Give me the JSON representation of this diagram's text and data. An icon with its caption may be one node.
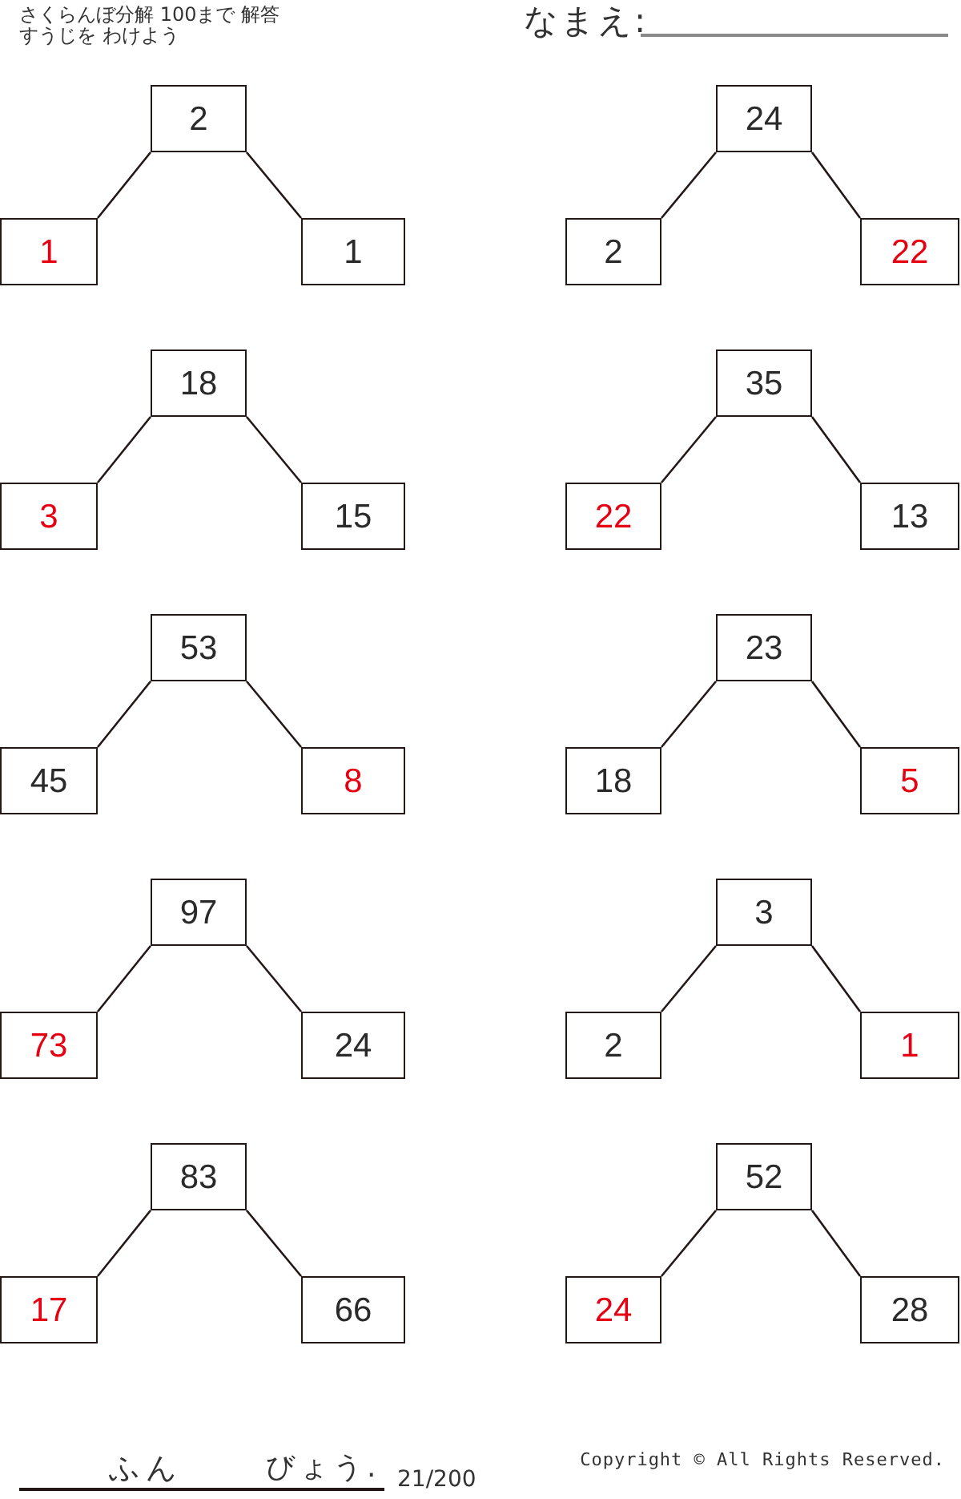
{
  "diagram": {
    "title": "さくらんぼ分解 100まで 解答",
    "nodes": [
      {
        "text": [
          "2"
        ]
      },
      {
        "text": [
          "1"
        ]
      },
      {
        "text": [
          "1"
        ]
      },
      {
        "text": [
          "24"
        ]
      },
      {
        "text": [
          "2"
        ]
      },
      {
        "text": [
          "22"
        ]
      },
      {
        "text": [
          "18"
        ]
      },
      {
        "text": [
          "3"
        ]
      },
      {
        "text": [
          "15"
        ]
      },
      {
        "text": [
          "35"
        ]
      },
      {
        "text": [
          "22"
        ]
      },
      {
        "text": [
          "13"
        ]
      },
      {
        "text": [
          "53"
        ]
      },
      {
        "text": [
          "45"
        ]
      },
      {
        "text": [
          "8"
        ]
      },
      {
        "text": [
          "23"
        ]
      },
      {
        "text": [
          "18"
        ]
      },
      {
        "text": [
          "5"
        ]
      },
      {
        "text": [
          "97"
        ]
      },
      {
        "text": [
          "73"
        ]
      },
      {
        "text": [
          "24"
        ]
      },
      {
        "text": [
          "3"
        ]
      },
      {
        "text": [
          "2"
        ]
      },
      {
        "text": [
          "1"
        ]
      },
      {
        "text": [
          "83"
        ]
      },
      {
        "text": [
          "17"
        ]
      },
      {
        "text": [
          "66"
        ]
      },
      {
        "text": [
          "52"
        ]
      },
      {
        "text": [
          "24"
        ]
      },
      {
        "text": [
          "28"
        ]
      }
    ],
    "edges": [
      {
        "from": 0,
        "to": 1,
        "arrow": "none"
      },
      {
        "from": 0,
        "to": 2,
        "arrow": "none"
      },
      {
        "from": 3,
        "to": 4,
        "arrow": "none"
      },
      {
        "from": 3,
        "to": 5,
        "arrow": "none"
      },
      {
        "from": 6,
        "to": 7,
        "arrow": "none"
      },
      {
        "from": 6,
        "to": 8,
        "arrow": "none"
      },
      {
        "from": 9,
        "to": 10,
        "arrow": "none"
      },
      {
        "from": 9,
        "to": 11,
        "arrow": "none"
      },
      {
        "from": 12,
        "to": 13,
        "arrow": "none"
      },
      {
        "from": 12,
        "to": 14,
        "arrow": "none"
      },
      {
        "from": 15,
        "to": 16,
        "arrow": "none"
      },
      {
        "from": 15,
        "to": 17,
        "arrow": "none"
      },
      {
        "from": 18,
        "to": 19,
        "arrow": "none"
      },
      {
        "from": 18,
        "to": 20,
        "arrow": "none"
      },
      {
        "from": 21,
        "to": 22,
        "arrow": "none"
      },
      {
        "from": 21,
        "to": 23,
        "arrow": "none"
      },
      {
        "from": 24,
        "to": 25,
        "arrow": "none"
      },
      {
        "from": 24,
        "to": 26,
        "arrow": "none"
      },
      {
        "from": 27,
        "to": 28,
        "arrow": "none"
      },
      {
        "from": 27,
        "to": 29,
        "arrow": "none"
      }
    ],
    "labels": [
      "すうじを わけよう",
      "なまえ:",
      "ふん",
      "びょう.",
      "21/200",
      "Copyright © All Rights Reserved."
    ]
  }
}
